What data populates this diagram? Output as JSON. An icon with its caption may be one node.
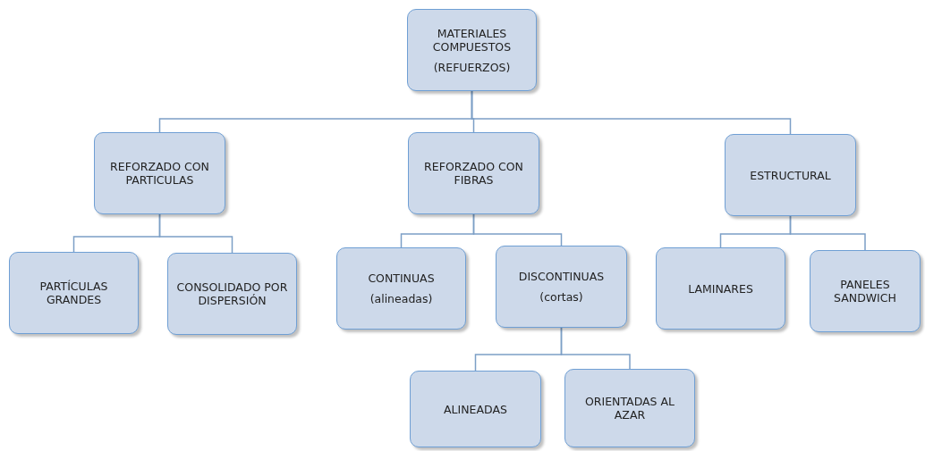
{
  "diagram": {
    "nodes": [
      {
        "text": [
          "MATERIALES COMPUESTOS",
          "(REFUERZOS)"
        ]
      },
      {
        "text": [
          "REFORZADO CON PARTICULAS"
        ]
      },
      {
        "text": [
          "REFORZADO CON FIBRAS"
        ]
      },
      {
        "text": [
          "ESTRUCTURAL"
        ]
      },
      {
        "text": [
          "PARTÍCULAS GRANDES"
        ]
      },
      {
        "text": [
          "CONSOLIDADO POR DISPERSIÓN"
        ]
      },
      {
        "text": [
          "CONTINUAS",
          "(alineadas)"
        ]
      },
      {
        "text": [
          "DISCONTINUAS",
          "(cortas)"
        ]
      },
      {
        "text": [
          "LAMINARES"
        ]
      },
      {
        "text": [
          "PANELES SANDWICH"
        ]
      },
      {
        "text": [
          "ALINEADAS"
        ]
      },
      {
        "text": [
          "ORIENTADAS AL AZAR"
        ]
      }
    ],
    "edges": [
      {
        "from": 0,
        "to": 1,
        "arrow": "none"
      },
      {
        "from": 0,
        "to": 2,
        "arrow": "none"
      },
      {
        "from": 0,
        "to": 3,
        "arrow": "none"
      },
      {
        "from": 1,
        "to": 4,
        "arrow": "none"
      },
      {
        "from": 1,
        "to": 5,
        "arrow": "none"
      },
      {
        "from": 2,
        "to": 6,
        "arrow": "none"
      },
      {
        "from": 2,
        "to": 7,
        "arrow": "none"
      },
      {
        "from": 3,
        "to": 8,
        "arrow": "none"
      },
      {
        "from": 3,
        "to": 9,
        "arrow": "none"
      },
      {
        "from": 7,
        "to": 10,
        "arrow": "none"
      },
      {
        "from": 7,
        "to": 11,
        "arrow": "none"
      }
    ]
  }
}
